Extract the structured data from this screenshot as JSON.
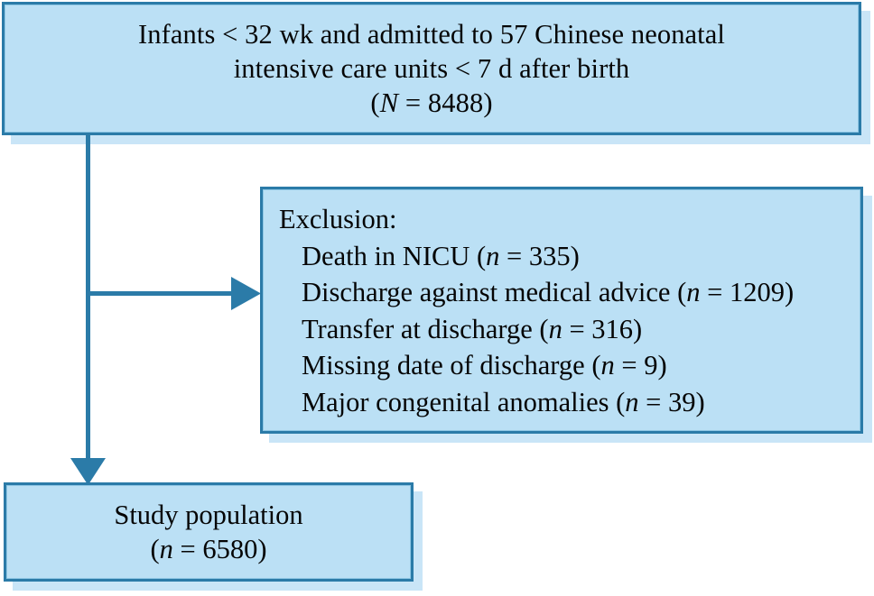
{
  "diagram": {
    "type": "flowchart",
    "title": "Study population selection flow",
    "palette": {
      "box_fill": "#bbe0f5",
      "box_border": "#2b7ba8",
      "box_inner_line": "#8fc7e4",
      "shadow": "#c9e5f7",
      "connector": "#2b7ba8",
      "text": "#050505",
      "background": "#ffffff"
    }
  },
  "enrollment_box": {
    "name": "enrollment",
    "lines": [
      "Infants < 32 wk and admitted to 57 Chinese neonatal",
      "intensive care units < 7 d after birth"
    ],
    "count_prefix": "(",
    "count_symbol": "N",
    "count_equals": " = ",
    "count_value": "8488",
    "count_suffix": ")"
  },
  "exclusion_box": {
    "name": "exclusion",
    "title": "Exclusion:",
    "items": [
      {
        "label": "Death in NICU",
        "symbol": "n",
        "value": "335",
        "text": "Death in NICU (n = 335)"
      },
      {
        "label": "Discharge against medical advice",
        "symbol": "n",
        "value": "1209",
        "text": "Discharge against medical advice (n = 1209)"
      },
      {
        "label": "Transfer at discharge",
        "symbol": "n",
        "value": "316",
        "text": "Transfer at discharge (n = 316)"
      },
      {
        "label": "Missing date of discharge",
        "symbol": "n",
        "value": "9",
        "text": "Missing date of discharge (n = 9)"
      },
      {
        "label": "Major congenital anomalies",
        "symbol": "n",
        "value": "39",
        "text": "Major congenital anomalies (n = 39)"
      }
    ]
  },
  "population_box": {
    "name": "study-population",
    "line": "Study population",
    "count_prefix": "(",
    "count_symbol": "n",
    "count_equals": " = ",
    "count_value": "6580",
    "count_suffix": ")"
  },
  "connectors": [
    {
      "name": "enrollment-to-exclusion",
      "from": "enrollment",
      "to": "exclusion",
      "style": "elbow-right-arrow"
    },
    {
      "name": "enrollment-to-population",
      "from": "enrollment",
      "to": "study-population",
      "style": "vertical-down-arrow"
    }
  ]
}
